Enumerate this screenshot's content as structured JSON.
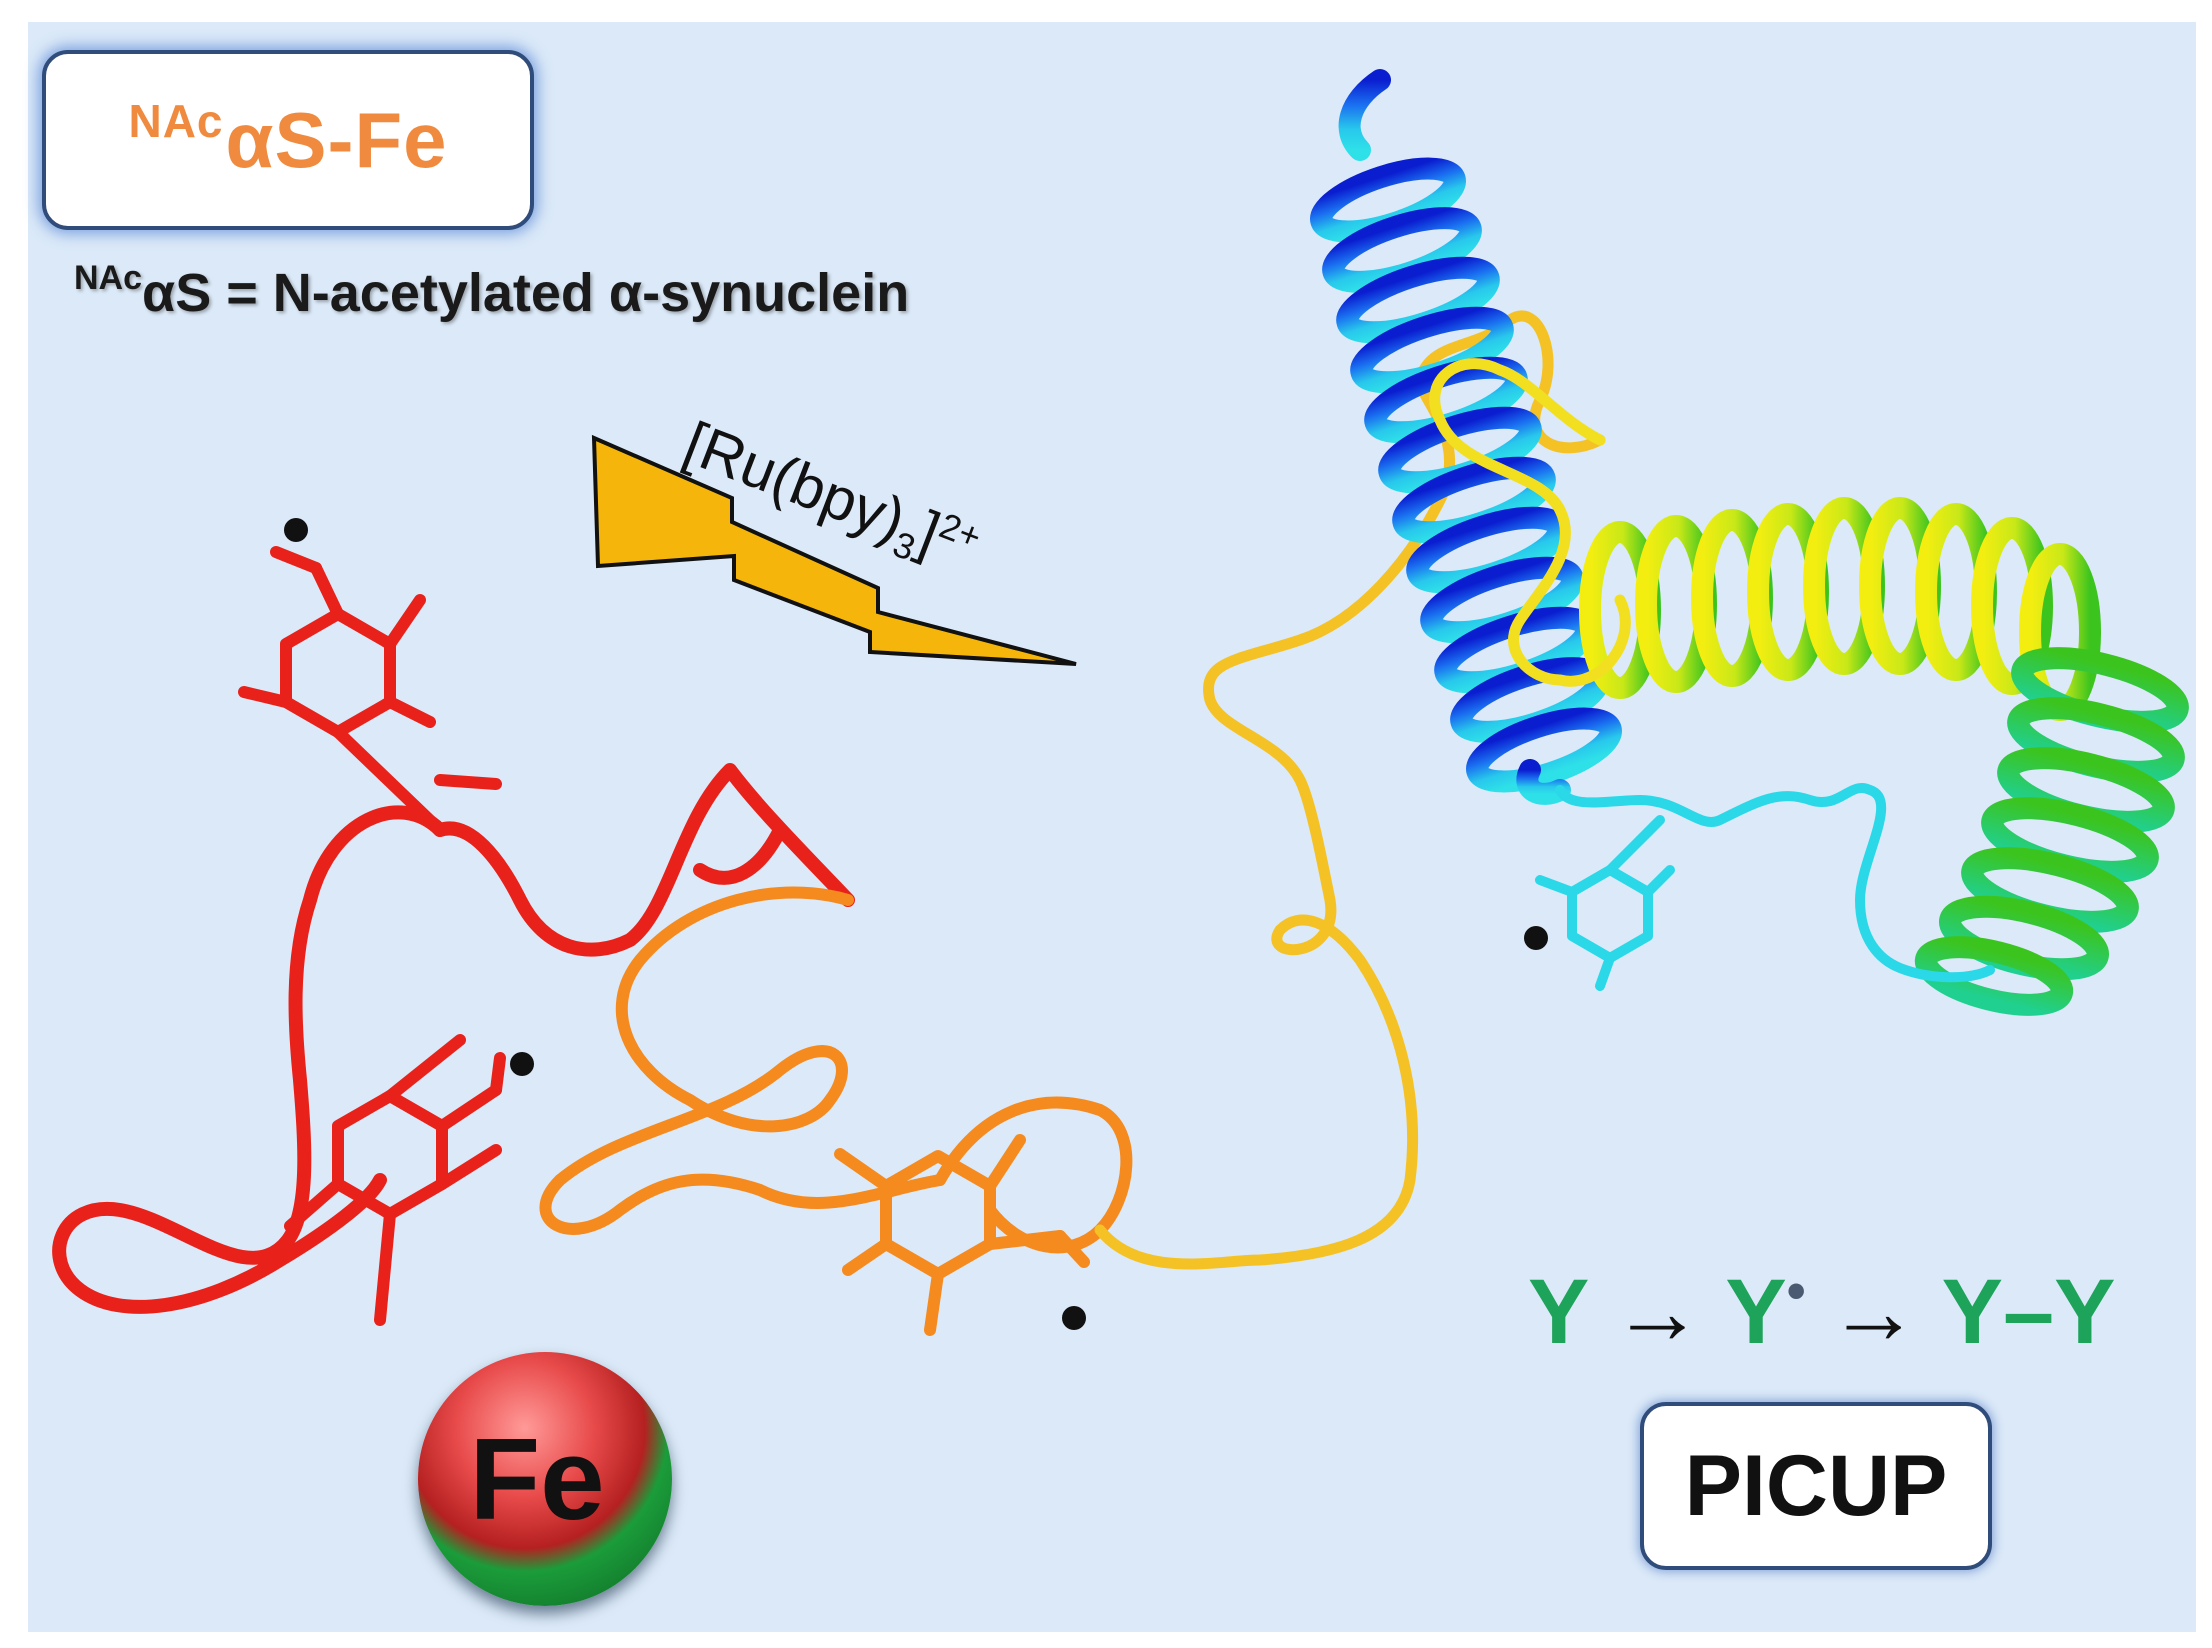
{
  "title_box": {
    "sup": "NAc",
    "main": "αS-Fe"
  },
  "legend": {
    "sup": "NAc",
    "text": "αS = N-acetylated α-synuclein"
  },
  "ru_label": {
    "main": "[Ru(bpy)",
    "sub": "3",
    "close": "]",
    "charge": "2+"
  },
  "scheme": {
    "y1": "Y",
    "arrow1": "→",
    "y2": "Y",
    "radical_dot": "•",
    "arrow2": "→",
    "y3": "Y–Y"
  },
  "picup_label": "PICUP",
  "fe_label": "Fe",
  "colors": {
    "panel_bg": "#dbe9f8",
    "title_orange": "#ef8a3e",
    "lightning": "#f5b50a",
    "scheme_green": "#1ea35a",
    "protein_red": "#e8221a",
    "protein_orange": "#f58a1e",
    "protein_gold": "#f4c224",
    "helix_blue": "#1030d8",
    "helix_cyan": "#2ad8e8",
    "helix_yellow": "#f2ee10",
    "helix_green": "#30c020"
  }
}
